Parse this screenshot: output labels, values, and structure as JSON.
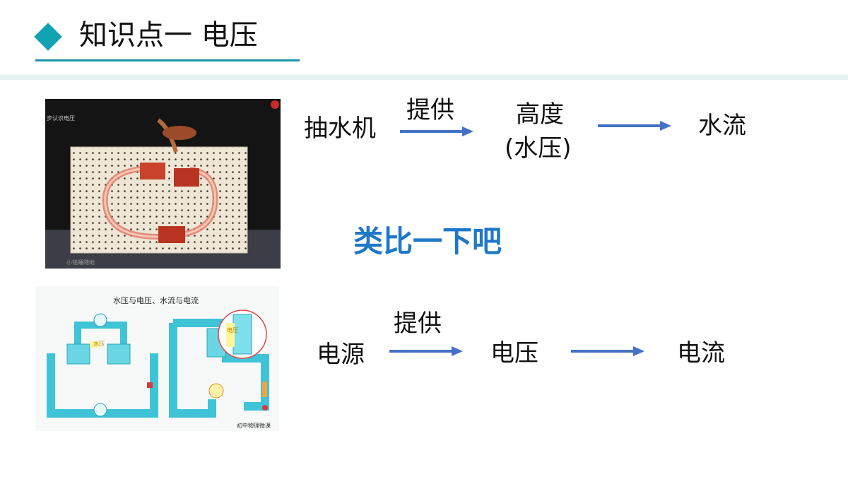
{
  "header": {
    "title": "知识点一  电压"
  },
  "photo": {
    "caption_top": "步认识电压",
    "caption_bottom": "小铭睡随地"
  },
  "diagram": {
    "caption": "水压与电压、水流与电流",
    "label_water_pressure": "水压",
    "label_voltage": "电压",
    "footer": "初中物理微课"
  },
  "water_chain": {
    "source": "抽水机",
    "provides": "提供",
    "middle_line1": "高度",
    "middle_line2": "(水压)",
    "result": "水流"
  },
  "analogy_text": "类比一下吧",
  "electric_chain": {
    "source": "电源",
    "provides": "提供",
    "middle": "电压",
    "result": "电流"
  },
  "colors": {
    "accent": "#12a3b3",
    "arrow": "#4472c4",
    "analogy": "#1f77c8"
  }
}
